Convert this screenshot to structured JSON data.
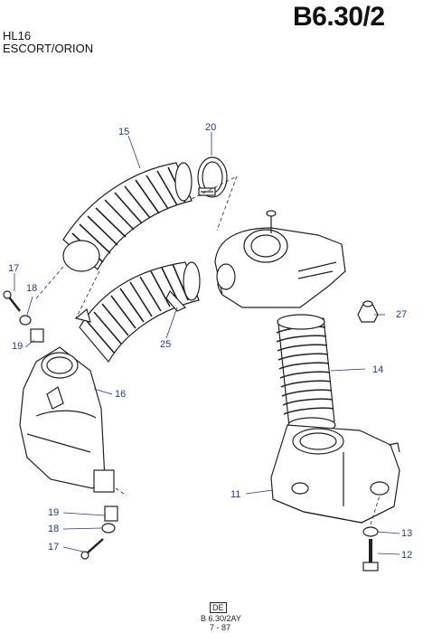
{
  "header": {
    "section_code": "B6.30/2",
    "model_line": "HL16",
    "vehicle_line": "ESCORT/ORION"
  },
  "callouts": [
    {
      "id": "15",
      "label": "15"
    },
    {
      "id": "20",
      "label": "20"
    },
    {
      "id": "17a",
      "label": "17"
    },
    {
      "id": "18a",
      "label": "18"
    },
    {
      "id": "19a",
      "label": "19"
    },
    {
      "id": "25",
      "label": "25"
    },
    {
      "id": "16",
      "label": "16"
    },
    {
      "id": "27",
      "label": "27"
    },
    {
      "id": "14",
      "label": "14"
    },
    {
      "id": "11",
      "label": "11"
    },
    {
      "id": "19b",
      "label": "19"
    },
    {
      "id": "18b",
      "label": "18"
    },
    {
      "id": "17b",
      "label": "17"
    },
    {
      "id": "13",
      "label": "13"
    },
    {
      "id": "12",
      "label": "12"
    }
  ],
  "footer": {
    "lang_box": "DE",
    "drawing_code": "B 6.30/2AY",
    "date": "7 - 87"
  },
  "colors": {
    "ink": "#222222",
    "callout": "#1f3a93"
  }
}
